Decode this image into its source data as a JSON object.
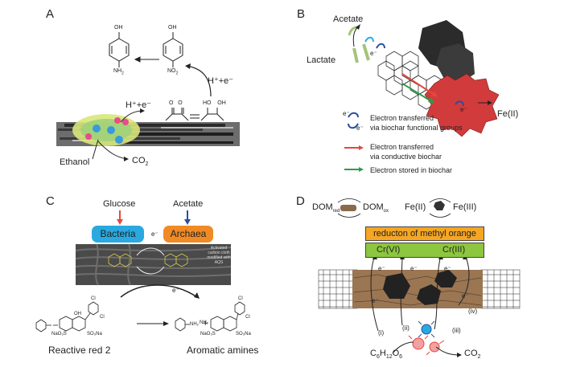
{
  "panel_a": {
    "letter": "A",
    "top_left_molecule": {
      "oh": "OH",
      "sub": "NH",
      "sub_index": "2"
    },
    "top_right_molecule": {
      "oh": "OH",
      "sub": "NO",
      "sub_index": "2"
    },
    "h_plus_e_right": "H⁺+e⁻",
    "h_plus_e_left": "H⁺+e⁻",
    "diol": "HO    OH",
    "dione": "O   O",
    "ethanol": "Ethanol",
    "co2": "CO",
    "co2_index": "2"
  },
  "panel_b": {
    "letter": "B",
    "acetate": "Acetate",
    "lactate": "Lactate",
    "e_minus": "e⁻",
    "fe2": "Fe(II)",
    "legend": [
      {
        "line1": "Electron transferred",
        "line2": "via biochar functional groups",
        "color": "#2a4fa0"
      },
      {
        "line1": "Electron transferred",
        "line2": "via conductive biochar",
        "color": "#e8463c"
      },
      {
        "line1": "Electron stored in biochar",
        "line2": "",
        "color": "#2e9b4a"
      }
    ]
  },
  "panel_c": {
    "letter": "C",
    "glucose": "Glucose",
    "acetate": "Acetate",
    "bacteria": "Bacteria",
    "archaea": "Archaea",
    "e_minus": "e⁻",
    "image_caption": "Activated carbon cloth modified with AQS",
    "reactant_name": "Reactive red 2",
    "product_name": "Aromatic amines",
    "plus": "+",
    "substituents": {
      "cl": "Cl",
      "oh": "OH",
      "nh2": "NH₂",
      "so3na": "SO₃Na",
      "naso3": "NaO₃S",
      "n": "N",
      "h": "H"
    },
    "colors": {
      "bacteria": "#29a9e0",
      "archaea": "#f08a24",
      "glucose_arrow": "#e8463c",
      "acetate_arrow": "#2a4fa0"
    }
  },
  "panel_d": {
    "letter": "D",
    "dom_red": "DOM",
    "dom_red_sub": "red",
    "dom_ox": "DOM",
    "dom_ox_sub": "ox",
    "fe2": "Fe(II)",
    "fe3": "Fe(III)",
    "methyl_orange": "reducton of methyl orange",
    "cr6": "Cr(VI)",
    "cr3": "Cr(III)",
    "e_minus": "e⁻",
    "roman": [
      "(i)",
      "(ii)",
      "(iii)",
      "(iv)"
    ],
    "glucose_formula": {
      "c": "C",
      "c_n": "6",
      "h": "H",
      "h_n": "12",
      "o": "O",
      "o_n": "6"
    },
    "co2": "CO",
    "co2_index": "2",
    "colors": {
      "orange_box": "#f5a623",
      "green_box": "#8dc63f",
      "biochar": "#9b7653"
    }
  }
}
